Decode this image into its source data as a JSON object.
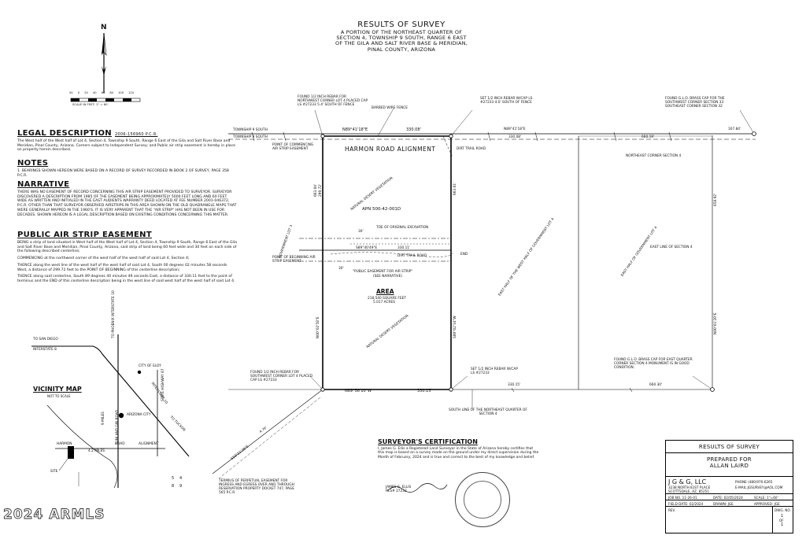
{
  "header": {
    "title": "RESULTS OF SURVEY",
    "lines": [
      "A PORTION OF THE NORTHEAST QUARTER OF",
      "SECTION 4, TOWNSHIP 9 SOUTH, RANGE 6 EAST",
      "OF THE GILA AND SALT RIVER BASE & MERIDIAN,",
      "PINAL COUNTY, ARIZONA"
    ]
  },
  "north_arrow": {
    "letter": "N"
  },
  "scale_bar": {
    "ticks": [
      "50",
      "0",
      "20",
      "40",
      "60",
      "80",
      "100",
      "120"
    ],
    "caption": "SCALE IN FEET: 1\" = 60'"
  },
  "legal_description": {
    "heading": "LEGAL DESCRIPTION",
    "doc_ref": "2006-156960 P.C.R.",
    "text": "The West half of the West half of Lot 4, Section 4, Township 9 South, Range 6 East of the Gila and Salt River Base and Meridian, Pinal County, Arizona. Corners subject to Independent Survey; and Public air strip easement is hereby in place on property herein described."
  },
  "notes": {
    "heading": "NOTES",
    "text": "1. BEARINGS SHOWN HEREON WERE BASED ON A RECORD OF SURVEY RECORDED IN BOOK 2 OF SURVEY, PAGE 358 P.C.R."
  },
  "narrative": {
    "heading": "NARRATIVE",
    "text": "THERE WAS NO EASEMENT OF RECORD CONCERNING THIS AIR STRIP EASEMENT PROVIDED TO SURVEYOR. SURVEYOR DISCOVERED A DESCRIPTION FROM 1985 OF THE EASEMENT BEING APPROXIMATELY 5000 FEET LONG AND 60 FEET WIDE AS WRITTEN AND INITIALED IN THE EAST AUDIENTS WARRANTY DEED LOCATED AT FEE NUMBER 2001-046372, P.C.R. OTHER THAN THAT SURVEYOR OBSERVED AIRSTRIPS IN THIS AREA SHOWN ON THE OLD QUADRANGLE MAPS THAT WERE GENERALLY MAPPED IN THE 1960'S. IT IS VERY APPARENT THAT THE \"AIR STRIP\" HAS NOT BEEN IN USE FOR DECADES. SHOWN HEREON IS A LEGAL DESCRIPTION BASED ON EXISTING CONDITIONS CONCERNING THIS MATTER."
  },
  "easement": {
    "heading": "PUBLIC AIR STRIP EASEMENT",
    "p1": "BEING a strip of land situated in West half of the West half of Lot 4, Section 4, Township 9 South, Range 6 East of the Gila and Salt River Base and Meridian, Pinal County, Arizona, said strip of land being 60 feet wide and 30 feet on each side of the following described centerline;",
    "p2": "COMMENCING at the northwest corner of the west half of the west half of said Lot 4, Section 4;",
    "p3": "THENCE along the west line of the west half of the west half of said Lot 4, South 00 degrees 02 minutes 58 seconds West, a distance of 299.72 feet to the POINT OF BEGINNING of this centerline description;",
    "p4": "THENCE along said centerline, South 89 degrees 40 minutes 49 seconds East, a distance of 330.11 feet to the point of terminus and the END of this centerline description being in the west line of said west half of the west half of said Lot 4."
  },
  "plat": {
    "top_bearing": "N89°41'18\"E",
    "top_dist": "330.08'",
    "top_bearing_right": "N89°41'18\"E",
    "top_dist_right": "330.08'",
    "dist_660_19": "660.19'",
    "dist_167_84": "167.84'",
    "bottom_bearing": "N89°58'10\"W",
    "bottom_dist": "330.15'",
    "bottom_dist_right": "330.15'",
    "dist_660_30": "660.30'",
    "west_bearing": "N00°02'58\"E",
    "east_bearing": "S00°02'34\"W",
    "far_east_bearing": "N00°01'20\"E",
    "west_dist_top": "663.04'",
    "west_dist_mid": "299.72'",
    "east_dist": "663.01'",
    "far_east_dist": "658.92'",
    "centerline": "S89°40'49\"E",
    "centerline_dist": "330.11'",
    "township_left": "TOWNSHIP 9 SOUTH",
    "township_right": "TOWNSHIP 9 SOUTH",
    "harmon_road": "HARMON ROAD ALIGNMENT",
    "apn": "APN 500-42-001D",
    "area_title": "AREA",
    "area_sqft": "218,540 SQUARE FEET",
    "area_acres": "5.017 ACRES",
    "toe_excavation": "TOE OF ORIGINAL EXCAVATION",
    "dirt_trail": "DIRT TRAIL ROAD",
    "dirt_trail_2": "DIRT TRAIL ROAD",
    "thirty_top": "30'",
    "thirty_bot": "30'",
    "easement_label": "\"PUBLIC EASEMENT FOR AIR STRIP\"",
    "see_narr": "(SEE NARRATIVE)",
    "end": "END",
    "barbed": "BARBED WIRE FENCE",
    "pob": "POINT OF BEGINNING AIR STRIP EASEMENT",
    "poc": "POINT OF COMMENCING AIR STRIP EASEMENT",
    "nat_desert": "NATURAL DESERT VEGETATION",
    "nat_desert_2": "NATURAL DESERT VEGETATION",
    "gov_lot3": "GOVERNMENT LOT 3",
    "east_half_w": "EAST HALF OF THE WEST HALF OF GOVERNMENT LOT 4",
    "east_half": "EAST HALF OF GOVERNMENT LOT 4",
    "east_line_sec4": "EAST LINE OF SECTION 4",
    "ne_corner": "NORTHEAST CORNER SECTION 4",
    "south_line": "SOUTH LINE OF THE NORTHEAST QUARTER OF SECTION 4",
    "found_nw": "FOUND 1/2 INCH REBAR FOR NORTHWEST CORNER LOT 4 PLACED CAP LS #27233 5.4' SOUTH OF FENCE",
    "set_ne": "SET 1/2 INCH REBAR W/CAP LS #27233 4.0' SOUTH OF FENCE",
    "found_glo_top": "FOUND G.L.O. BRASS CAP FOR THE SOUTHWEST CORNER SECTION 33 SOUTHEAST CORNER SECTION 32",
    "found_sw": "FOUND 1/2 INCH REBAR FOR SOUTHWEST CORNER LOT 4 PLACED CAP LS #27233",
    "set_se": "SET 1/2 INCH REBAR W/CAP LS #27233",
    "found_glo_bot": "FOUND G.L.O. BRASS CAP FOR EAST QUARTER CORNER SECTION 4 MONUMENT IS IN GOOD CONDITION.",
    "termius": "TERMIUS OF PERPETUAL EASEMENT FOR INGRESS AND EGRESS OVER AND THROUGH RESERVATION PROPERTY DOCKET 747, PAGE 565 P.C.R.",
    "diag_dist": "4.76'",
    "diag_bearing": "S58°51'39\"E",
    "dirt_trail_road_right": "DIRT TRAIL ROAD"
  },
  "vicinity": {
    "heading": "VICINITY MAP",
    "sub": "NOT TO SCALE",
    "to_san_diego": "TO SAN DIEGO",
    "i8": "INTERSTATE 8",
    "to_phoenix": "TO PHOENIX INTERSTATE 10",
    "city_eloy": "CITY OF ELOY",
    "sr87": "STATE HIGHWAY 87",
    "i10": "INTERSTATE 10",
    "to_tucson": "TO TUCSON",
    "arizona_city": "ARIZONA CITY",
    "sunland": "SUNLAND GIN ROAD",
    "harmon": "HARMON",
    "road": "ROAD",
    "alignment": "ALIGNMENT",
    "miles_42": "4.2 MILES",
    "miles_9": "9 MILES",
    "site": "SITE",
    "section_tl": "5",
    "section_tr": "4",
    "section_bl": "8",
    "section_br": "9"
  },
  "certification": {
    "heading": "SURVEYOR'S CERTIFICATION",
    "text": "I, James G. Ellis a Registered Land Surveyor in the State of Arizona hereby certifies that this map is based on a survey made on the ground under my direct supervision during the Month of February, 2024 and is true and correct to the best of my knowledge and belief.",
    "name": "JAMES G. ELLIS",
    "rls": "RLS# 27233"
  },
  "title_block": {
    "title": "RESULTS OF SURVEY",
    "prepared_for": "PREPARED FOR",
    "client": "ALLAN LAIRD",
    "firm": "J G & G, LLC",
    "address1": "3238 NORTH 81ST PLACE",
    "address2": "SCOTTSDALE, AZ. 85251",
    "phone": "PHONE (480)970-6265",
    "email": "E-MAIL:JGSURVEY@AOL.COM",
    "job_no": "JOB NO. 11-26-01",
    "date": "DATE: 02/05/2024",
    "scale": "SCALE: 1\"=60'",
    "field_date": "FIELD DATE: 02/2024",
    "drawn": "DRAWN: JGE",
    "approved": "APPROVED: JGE",
    "rev": "REV.",
    "dwg_no": "DWG. NO.",
    "sheet": "1",
    "of": "OF",
    "total": "1"
  },
  "watermark": "2024 ARMLS"
}
